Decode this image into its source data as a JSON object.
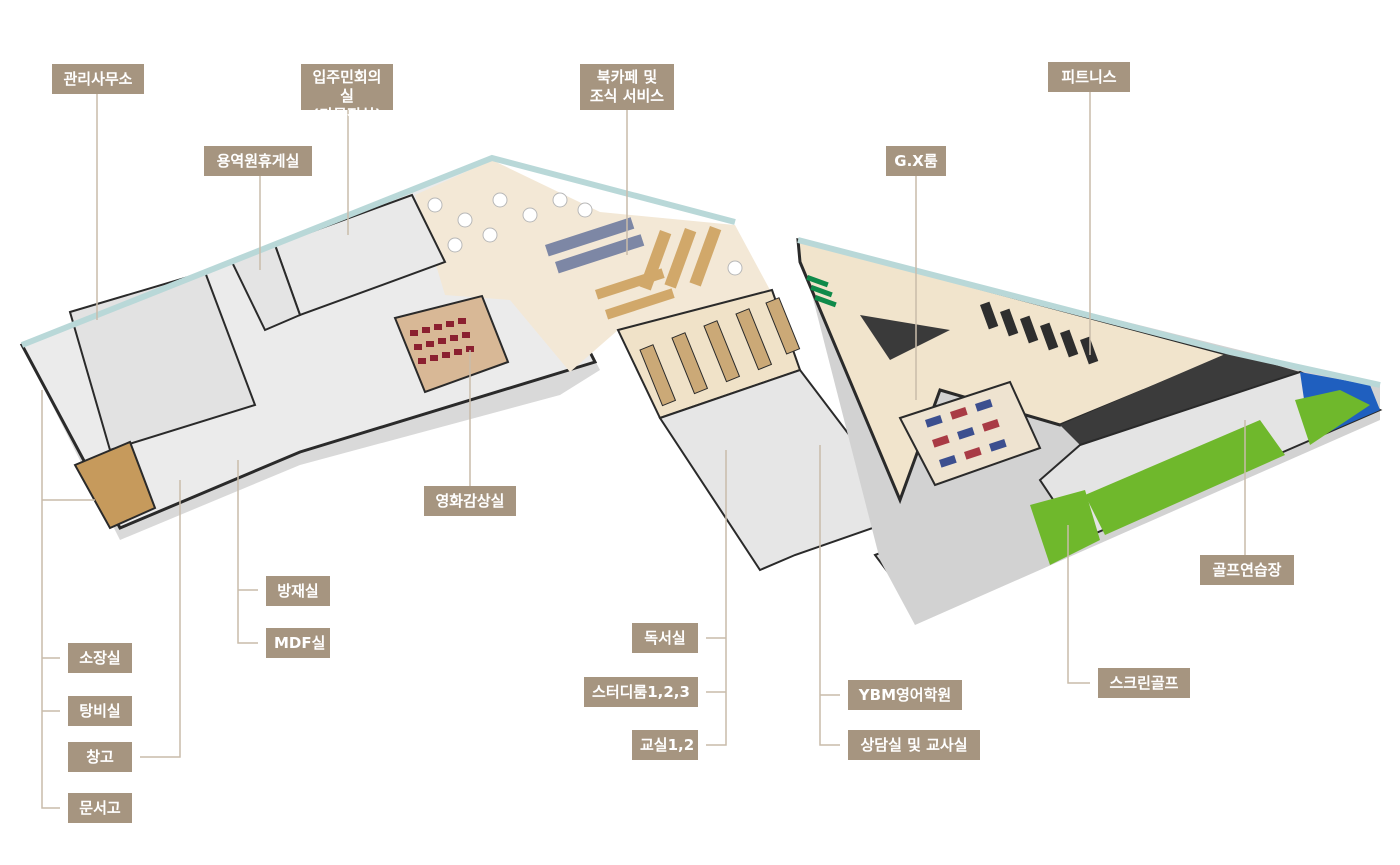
{
  "labels": {
    "management_office": "관리사무소",
    "resident_meeting_room_1": "입주민회의실",
    "resident_meeting_room_2": "(다목적실)",
    "book_cafe_1": "북카페 및",
    "book_cafe_2": "조식 서비스",
    "fitness": "피트니스",
    "staff_lounge": "용역원휴게실",
    "gx_room": "G.X룸",
    "movie_room": "영화감상실",
    "golf_practice": "골프연습장",
    "disaster_room": "방재실",
    "mdf_room": "MDF실",
    "director_room": "소장실",
    "pantry": "탕비실",
    "storage": "창고",
    "document_storage": "문서고",
    "reading_room": "독서실",
    "study_rooms": "스터디룸1,2,3",
    "classrooms": "교실1,2",
    "ybm_academy": "YBM영어학원",
    "counseling_room": "상담실 및 교사실",
    "screen_golf": "스크린골프"
  },
  "colors": {
    "label_bg": "#a69580",
    "leader_line": "#c9bcaa",
    "floor_light": "#f3e8d6",
    "wall": "#2a2a2a",
    "glass": "#b9d8d8",
    "turf": "#6fb82c",
    "tile": "#e6e6e6",
    "wood": "#d1a86a",
    "dark_floor": "#3a3a3a",
    "seat_red": "#8b2030",
    "mat_blue": "#3c4f8f",
    "mat_red": "#a93b45"
  }
}
